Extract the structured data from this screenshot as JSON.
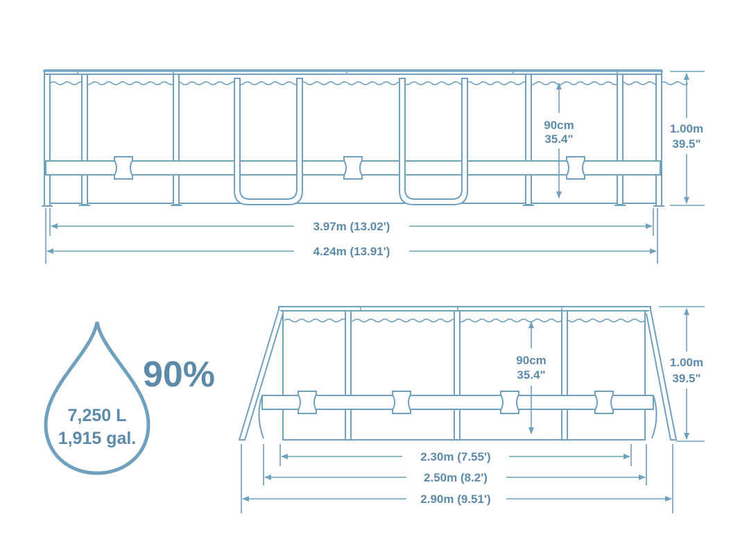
{
  "front_view": {
    "inner_length": "3.97m (13.02')",
    "outer_length": "4.24m (13.91')",
    "water_depth_cm": "90cm",
    "water_depth_in": "35.4\"",
    "height_m": "1.00m",
    "height_in": "39.5\""
  },
  "side_view": {
    "inner_width": "2.30m (7.55')",
    "middle_width": "2.50m (8.2')",
    "outer_width": "2.90m (9.51')",
    "water_depth_cm": "90cm",
    "water_depth_in": "35.4\"",
    "height_m": "1.00m",
    "height_in": "39.5\""
  },
  "capacity": {
    "fill_percent": "90%",
    "liters": "7,250 L",
    "gallons": "1,915 gal."
  },
  "colors": {
    "line": "#6fa0bd",
    "text": "#5c8aa8"
  }
}
